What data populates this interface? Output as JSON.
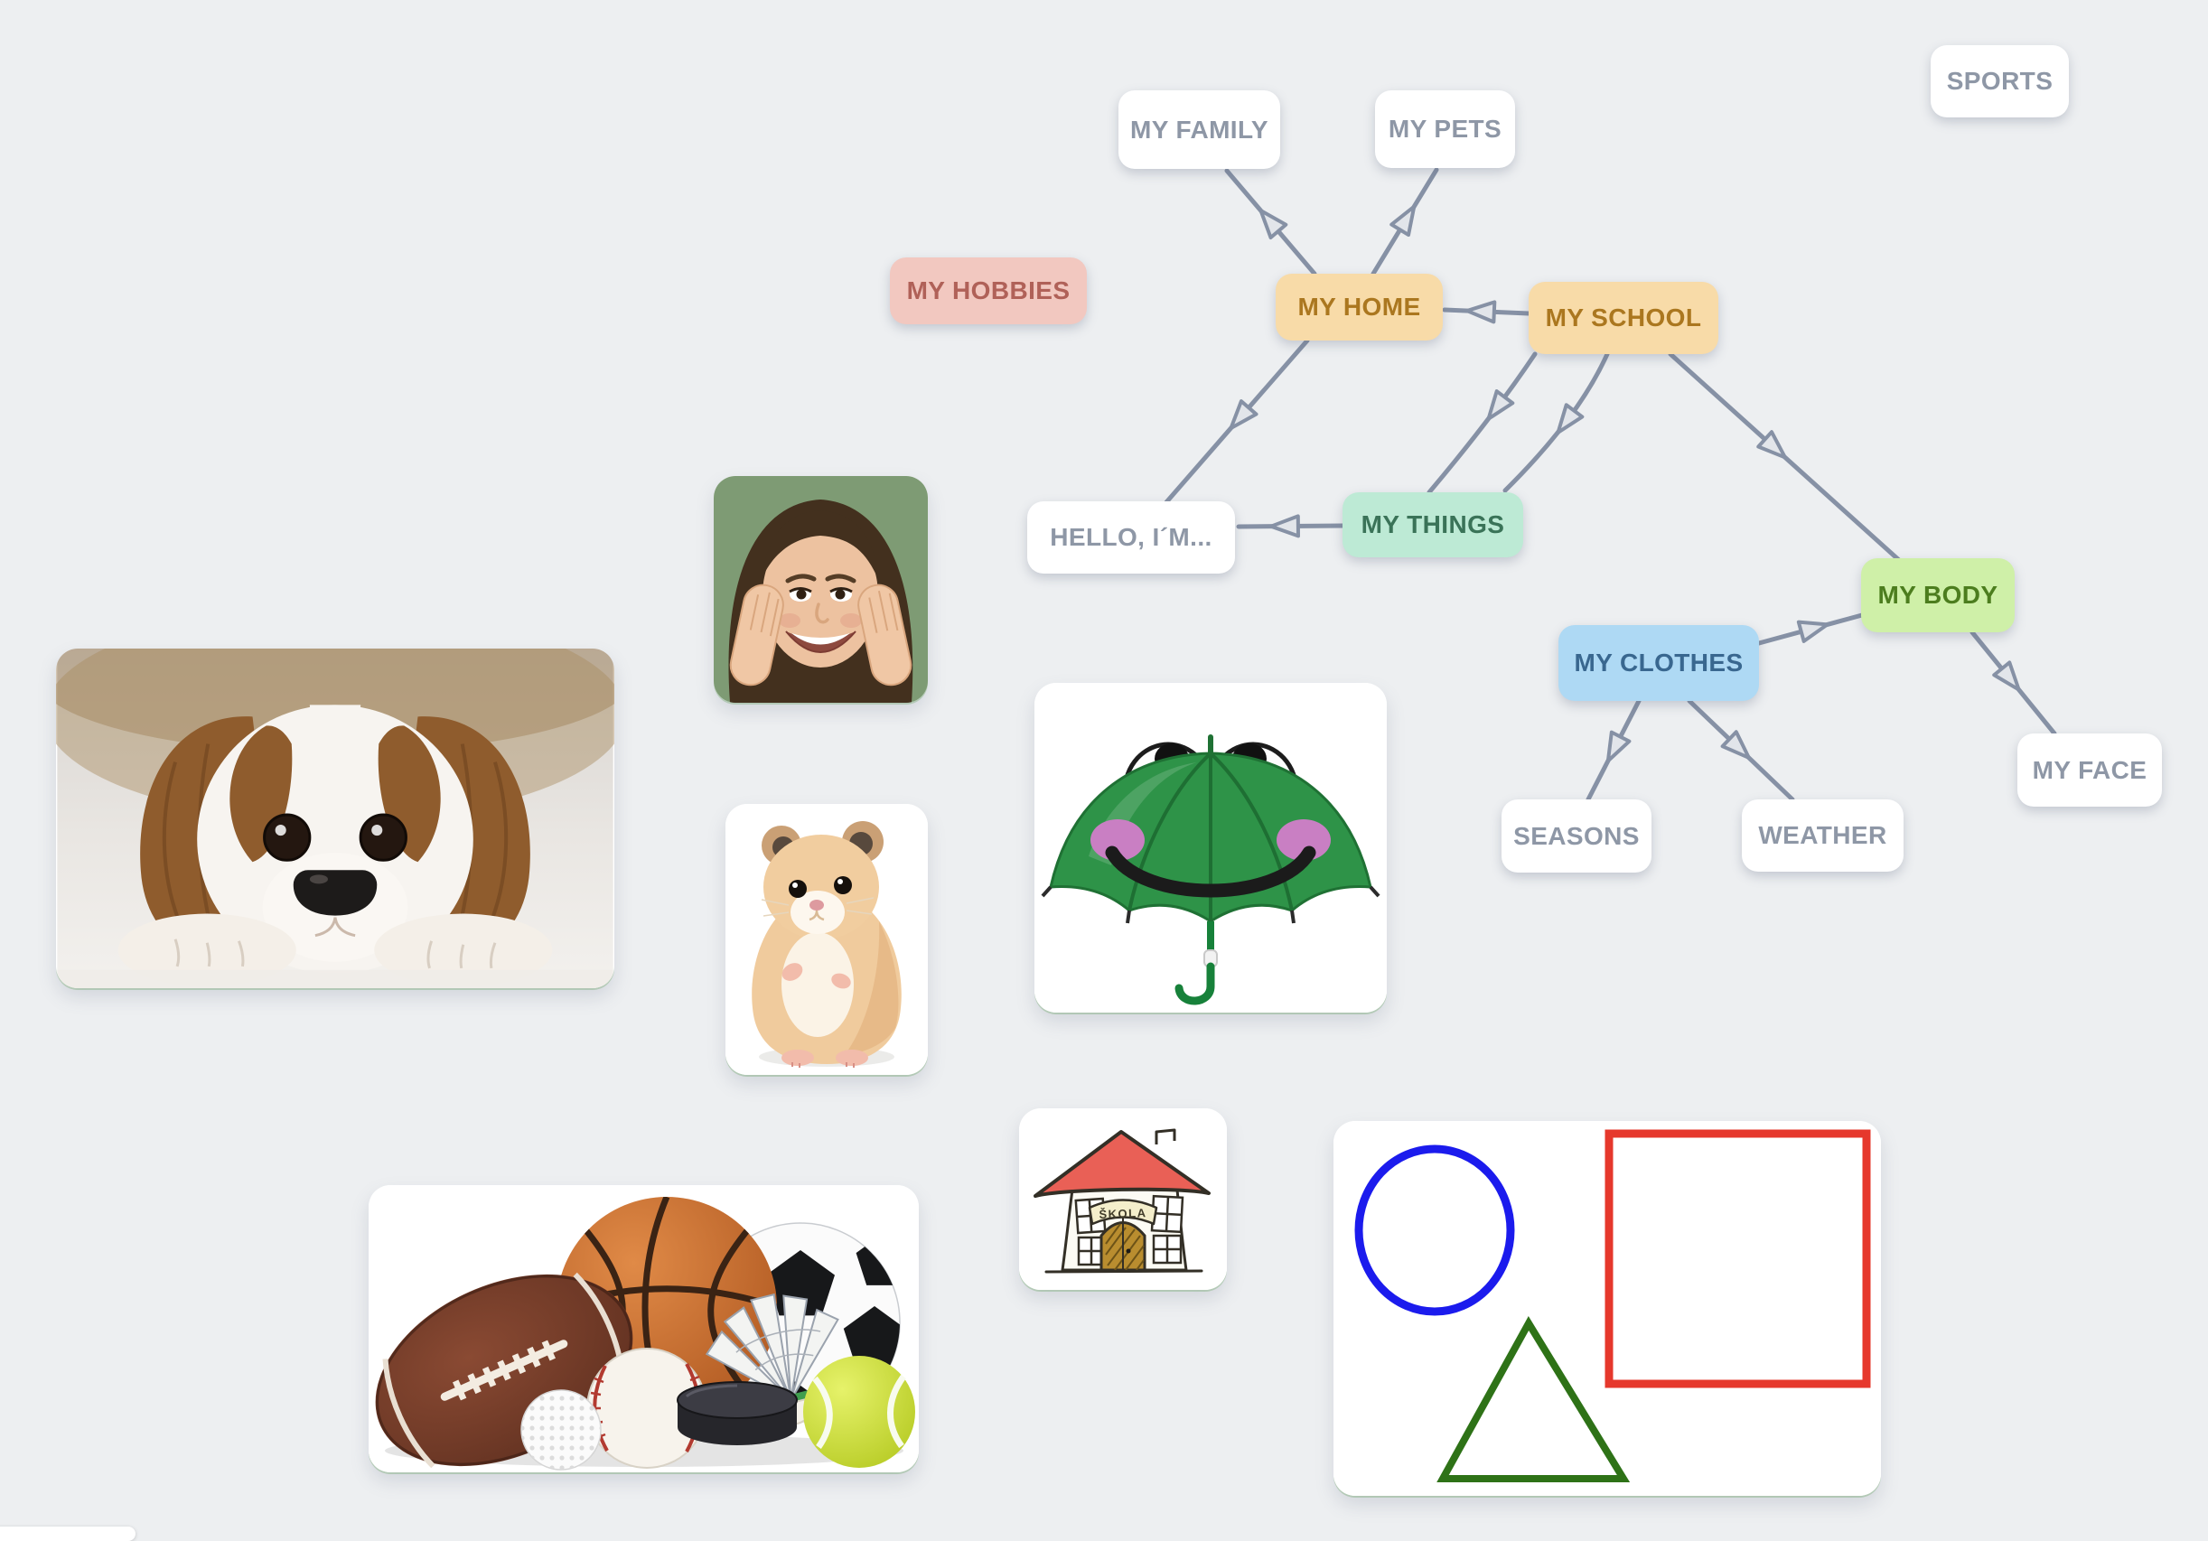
{
  "canvas": {
    "background": "#edeff1",
    "edge_color": "#8691a5",
    "arrowhead_fill": "#e2e5ea"
  },
  "palette": {
    "white": {
      "bg": "#ffffff",
      "text": "#8e97a6"
    },
    "orange": {
      "bg": "#f8dba8",
      "text": "#ab771f"
    },
    "pink": {
      "bg": "#f2c8c0",
      "text": "#b06158"
    },
    "mint": {
      "bg": "#bdead5",
      "text": "#3a7358"
    },
    "green": {
      "bg": "#cff0a8",
      "text": "#4c7d1e"
    },
    "blue": {
      "bg": "#aed9f4",
      "text": "#39678f"
    }
  },
  "nodes": [
    {
      "id": "sports",
      "label": "SPORTS",
      "variant": "white"
    },
    {
      "id": "my-family",
      "label": "MY FAMILY",
      "variant": "white"
    },
    {
      "id": "my-pets",
      "label": "MY PETS",
      "variant": "white"
    },
    {
      "id": "my-hobbies",
      "label": "MY HOBBIES",
      "variant": "pink"
    },
    {
      "id": "my-home",
      "label": "MY HOME",
      "variant": "orange"
    },
    {
      "id": "my-school",
      "label": "MY SCHOOL",
      "variant": "orange"
    },
    {
      "id": "hello",
      "label": "HELLO, I´M...",
      "variant": "white"
    },
    {
      "id": "my-things",
      "label": "MY THINGS",
      "variant": "mint"
    },
    {
      "id": "my-body",
      "label": "MY BODY",
      "variant": "green"
    },
    {
      "id": "my-clothes",
      "label": "MY CLOTHES",
      "variant": "blue"
    },
    {
      "id": "my-face",
      "label": "MY FACE",
      "variant": "white"
    },
    {
      "id": "seasons",
      "label": "SEASONS",
      "variant": "white"
    },
    {
      "id": "weather",
      "label": "WEATHER",
      "variant": "white"
    }
  ],
  "edges": [
    {
      "from": "my-school",
      "to": "my-home"
    },
    {
      "from": "my-home",
      "to": "my-family"
    },
    {
      "from": "my-home",
      "to": "my-pets"
    },
    {
      "from": "my-home",
      "to": "hello"
    },
    {
      "from": "my-school",
      "to": "my-things"
    },
    {
      "from": "my-school",
      "to": "my-things"
    },
    {
      "from": "my-school",
      "to": "my-body"
    },
    {
      "from": "my-things",
      "to": "hello"
    },
    {
      "from": "my-clothes",
      "to": "my-body"
    },
    {
      "from": "my-body",
      "to": "my-face"
    },
    {
      "from": "my-clothes",
      "to": "seasons"
    },
    {
      "from": "my-clothes",
      "to": "weather"
    }
  ],
  "images": [
    {
      "id": "dog-photo",
      "subject": "spaniel-dog"
    },
    {
      "id": "woman-photo",
      "subject": "smiling-woman"
    },
    {
      "id": "hamster-photo",
      "subject": "hamster"
    },
    {
      "id": "umbrella-photo",
      "subject": "frog-umbrella"
    },
    {
      "id": "sports-photo",
      "subject": "sports-balls"
    },
    {
      "id": "house-drawing",
      "subject": "school-house"
    },
    {
      "id": "shapes-drawing",
      "subject": "geometric-shapes"
    }
  ],
  "drawing_text": {
    "school_sign": "ŠKOLA"
  }
}
